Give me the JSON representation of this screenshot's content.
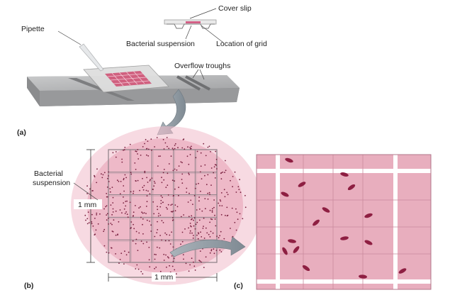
{
  "labels": {
    "pipette": "Pipette",
    "cover_slip": "Cover slip",
    "bacterial_suspension_top": "Bacterial suspension",
    "location_of_grid": "Location of grid",
    "overflow_troughs": "Overflow troughs",
    "bacterial_suspension_b_line1": "Bacterial",
    "bacterial_suspension_b_line2": "suspension",
    "one_mm_vertical": "1 mm",
    "one_mm_horizontal": "1 mm"
  },
  "panels": {
    "a": "(a)",
    "b": "(b)",
    "c": "(c)"
  },
  "colors": {
    "suspension_pink": "#e6a7b6",
    "grid_pink": "#e9b2c2",
    "cell_dark": "#8e1f42",
    "chamber_gray": "#a9aaab",
    "arrow_gray": "#8e9aa3"
  }
}
